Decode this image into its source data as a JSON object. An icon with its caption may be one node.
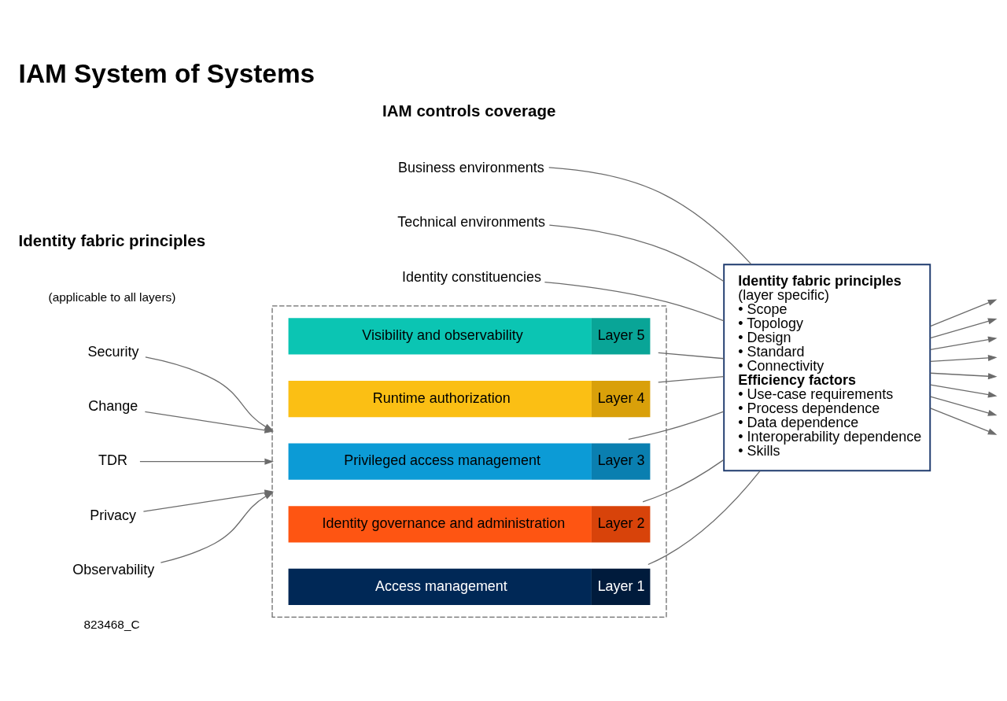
{
  "diagram": {
    "title": "IAM System of Systems",
    "nodes": [
      {
        "text": [],
        "shape": "box"
      },
      {
        "text": [
          "Visibility and observability"
        ],
        "beside": [
          "Layer 5"
        ],
        "in": 0
      },
      {
        "text": [
          "Runtime authorization"
        ],
        "beside": [
          "Layer 4"
        ],
        "in": 0
      },
      {
        "text": [
          "Privileged access management"
        ],
        "beside": [
          "Layer 3"
        ],
        "in": 0
      },
      {
        "text": [
          "Identity governance and administration"
        ],
        "beside": [
          "Layer 2"
        ],
        "in": 0
      },
      {
        "text": [
          "Access management"
        ],
        "beside": [
          "Layer 1"
        ],
        "in": 0
      },
      {
        "text": [
          "Security"
        ]
      },
      {
        "text": [
          "Change"
        ]
      },
      {
        "text": [
          "TDR"
        ]
      },
      {
        "text": [
          "Privacy"
        ]
      },
      {
        "text": [
          "Observability"
        ]
      },
      {
        "text": [
          "Identity fabric principles",
          "(layer specific)",
          "• Scope",
          "• Topology",
          "• Design",
          "• Standard",
          "• Connectivity",
          "Efficiency factors",
          "• Use-case requirements",
          "• Process dependence",
          "• Data dependence",
          "• Interoperability dependence",
          "• Skills"
        ]
      },
      {
        "text": [
          "Business environments"
        ]
      },
      {
        "text": [
          "Technical environments"
        ]
      },
      {
        "text": [
          "Identity constituencies"
        ]
      }
    ],
    "edges": [
      {
        "from": 6,
        "to": 0,
        "arrow": "to"
      },
      {
        "from": 7,
        "to": 0,
        "arrow": "to"
      },
      {
        "from": 8,
        "to": 0,
        "arrow": "to"
      },
      {
        "from": 9,
        "to": 0,
        "arrow": "to"
      },
      {
        "from": 10,
        "to": 0,
        "arrow": "to"
      },
      {
        "from": 1,
        "to": 11,
        "arrow": "none"
      },
      {
        "from": 2,
        "to": 11,
        "arrow": "none"
      },
      {
        "from": 3,
        "to": 11,
        "arrow": "none"
      },
      {
        "from": 4,
        "to": 11,
        "arrow": "none"
      },
      {
        "from": 5,
        "to": 11,
        "arrow": "none"
      },
      {
        "from": 12,
        "to": 11,
        "arrow": "none"
      },
      {
        "from": 13,
        "to": 11,
        "arrow": "none"
      },
      {
        "from": 14,
        "to": 11,
        "arrow": "none"
      },
      {
        "from": 11,
        "to": null,
        "arrow": "to"
      },
      {
        "from": 11,
        "to": null,
        "arrow": "to"
      },
      {
        "from": 11,
        "to": null,
        "arrow": "to"
      },
      {
        "from": 11,
        "to": null,
        "arrow": "to"
      },
      {
        "from": 11,
        "to": null,
        "arrow": "to"
      },
      {
        "from": 11,
        "to": null,
        "arrow": "to"
      },
      {
        "from": 11,
        "to": null,
        "arrow": "to"
      },
      {
        "from": 11,
        "to": null,
        "arrow": "to"
      }
    ],
    "labels": [
      "IAM controls coverage",
      "Identity fabric principles",
      "(applicable to all layers)",
      "823468_C"
    ]
  }
}
